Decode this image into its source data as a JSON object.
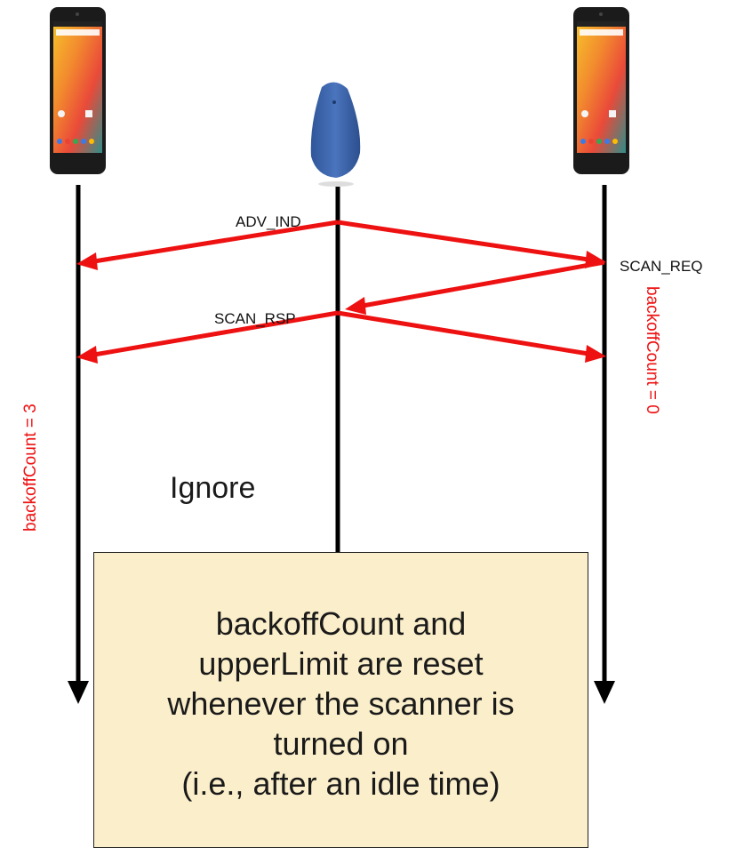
{
  "colors": {
    "lifeline": "#000000",
    "message": "#ee1111",
    "label_red": "#ee1111",
    "note_bg": "#fbeeca",
    "beacon": "#3b63a8",
    "phone_body": "#1b1b1b"
  },
  "icons": {
    "left_device": "android-phone-icon",
    "center_device": "ble-beacon-icon",
    "right_device": "android-phone-icon"
  },
  "messages": {
    "adv_ind": "ADV_IND",
    "scan_req": "SCAN_REQ",
    "scan_rsp": "SCAN_RSP"
  },
  "labels": {
    "left_backoff": "backoffCount = 3",
    "right_backoff": "backoffCount = 0",
    "ignore": "Ignore"
  },
  "note": {
    "lines": [
      "backoffCount and",
      "upperLimit are reset",
      "whenever the scanner is",
      "turned on",
      "(i.e., after an idle time)"
    ]
  }
}
